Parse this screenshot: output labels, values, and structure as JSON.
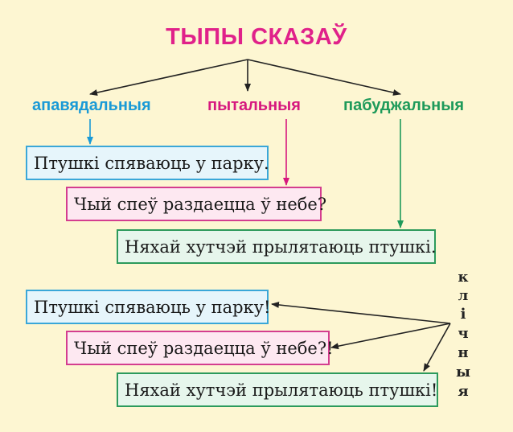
{
  "title": "ТЫПЫ СКАЗАЎ",
  "categories": [
    {
      "label": "апавядальныя",
      "color": "#1a9ad6"
    },
    {
      "label": "пытальныя",
      "color": "#d6187e"
    },
    {
      "label": "пабуджальныя",
      "color": "#1e9a5a"
    }
  ],
  "sentences_declarative": [
    "Птушкі спяваюць у парку.",
    "Чый спеў раздаецца ў небе?",
    "Няхай хутчэй прылятаюць птушкі."
  ],
  "sentences_exclamatory": [
    "Птушкі спяваюць у парку!",
    "Чый спеў раздаецца ў небе?!",
    "Няхай хутчэй прылятаюць птушкі!"
  ],
  "vertical_label": [
    "к",
    "л",
    "і",
    "ч",
    "н",
    "ы",
    "я"
  ]
}
